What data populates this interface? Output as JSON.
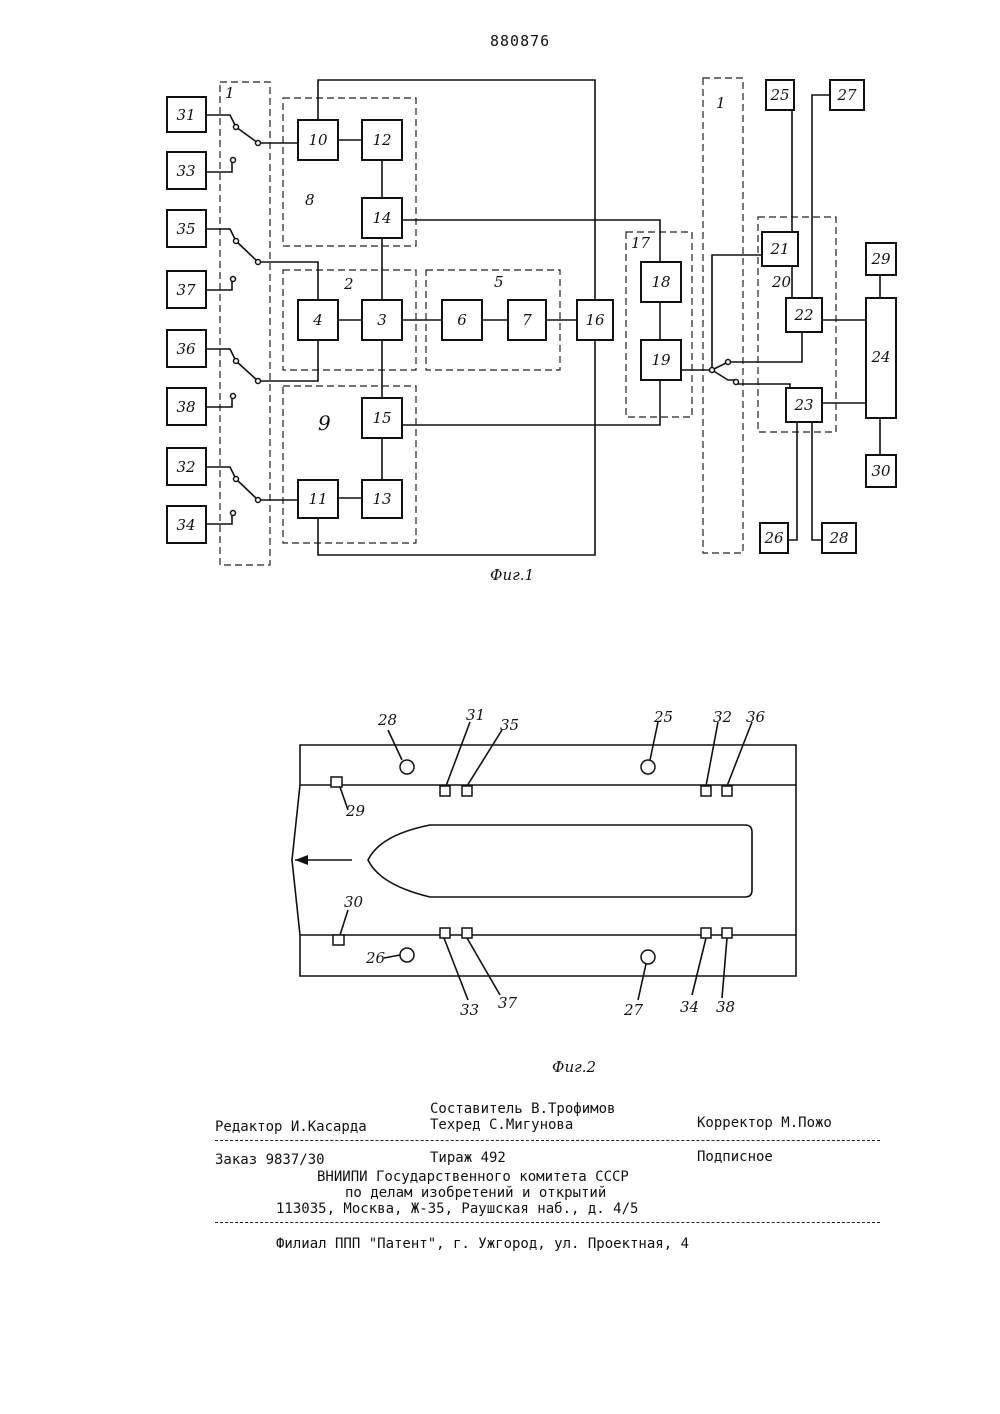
{
  "patent_number": "880876",
  "fig1": {
    "caption": "Фиг.1",
    "blocks": {
      "b1": "1",
      "b2": "2",
      "b3": "3",
      "b4": "4",
      "b5": "5",
      "b6": "6",
      "b7": "7",
      "b8": "8",
      "b9": "9",
      "b10": "10",
      "b11": "11",
      "b12": "12",
      "b13": "13",
      "b14": "14",
      "b15": "15",
      "b16": "16",
      "b17": "17",
      "b18": "18",
      "b19": "19",
      "b20": "20",
      "b21": "21",
      "b22": "22",
      "b23": "23",
      "b24": "24",
      "b25": "25",
      "b26": "26",
      "b27": "27",
      "b28": "28",
      "b29": "29",
      "b30": "30",
      "b31": "31",
      "b32": "32",
      "b33": "33",
      "b34": "34",
      "b35": "35",
      "b36": "36",
      "b37": "37",
      "b38": "38"
    }
  },
  "fig2": {
    "caption": "Фиг.2",
    "labels": {
      "l25": "25",
      "l26": "26",
      "l27": "27",
      "l28": "28",
      "l29": "29",
      "l30": "30",
      "l31": "31",
      "l32": "32",
      "l33": "33",
      "l34": "34",
      "l35": "35",
      "l36": "36",
      "l37": "37",
      "l38": "38"
    }
  },
  "imprint": {
    "compiler": "Составитель В.Трофимов",
    "editor": "Редактор И.Касарда",
    "techred": "Техред С.Мигунова",
    "corrector": "Корректор М.Пожо",
    "order": "Заказ 9837/30",
    "circulation": "Тираж 492",
    "subscription": "Подписное",
    "org1": "ВНИИПИ   Государственного комитета СССР",
    "org2": "по делам изобретений и открытий",
    "address": "113035, Москва, Ж-35, Раушская наб., д. 4/5",
    "branch": "Филиал ППП \"Патент\", г. Ужгород, ул. Проектная, 4"
  }
}
